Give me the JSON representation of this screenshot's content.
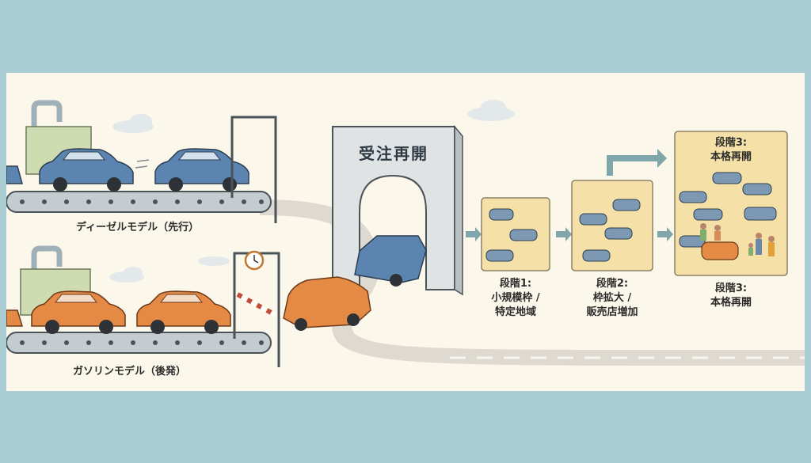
{
  "diagram": {
    "rows": [
      {
        "label": "ディーゼルモデル（先行）",
        "car_color": "#5b84b1"
      },
      {
        "label": "ガソリンモデル（後発）",
        "car_color": "#e58a45"
      }
    ],
    "gate": {
      "label": "受注再開"
    },
    "stages": [
      {
        "id": "stage1",
        "caption_line1": "段階1:",
        "caption_line2": "小規模枠 /",
        "caption_line3": "特定地域"
      },
      {
        "id": "stage2",
        "caption_line1": "段階2:",
        "caption_line2": "枠拡大 /",
        "caption_line3": "販売店増加"
      },
      {
        "id": "stage3",
        "box_line1": "段階3:",
        "box_line2": "本格再開",
        "caption_line1": "段階3:",
        "caption_line2": "本格再開"
      }
    ],
    "colors": {
      "background": "#a9ccd3",
      "panel": "#fbf7ea",
      "diesel": "#5b84b1",
      "gasoline": "#e58a45",
      "box_fill": "#f5e1a8",
      "box_border": "#8c8066",
      "road": "#dedad2",
      "arrow": "#7fa6aa"
    }
  }
}
